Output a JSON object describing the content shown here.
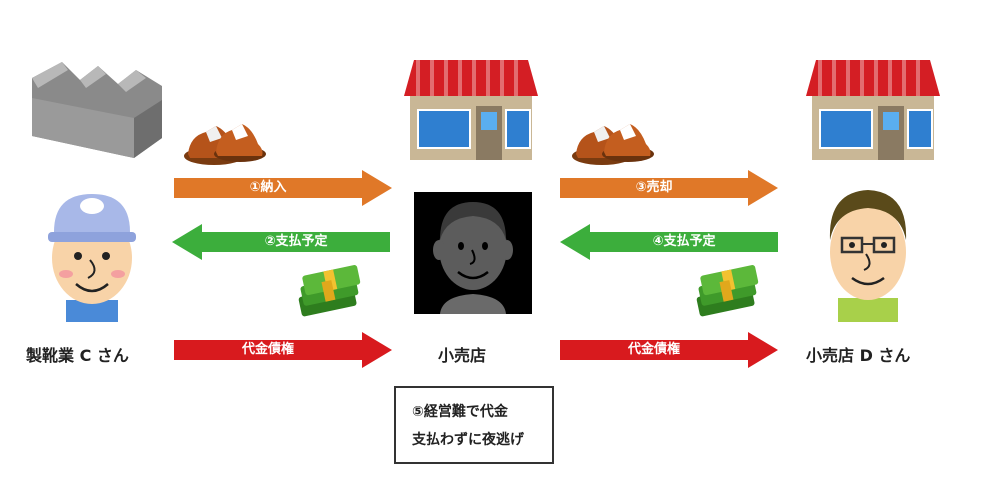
{
  "arrows": {
    "nounyu": "①納入",
    "shiharai_yotei_1": "②支払予定",
    "baikyaku": "③売却",
    "shiharai_yotei_2": "④支払予定",
    "daikin_saiken_1": "代金債権",
    "daikin_saiken_2": "代金債権"
  },
  "labels": {
    "manufacturer": "製靴業 C さん",
    "retailer": "小売店",
    "retailer_d": "小売店 D さん"
  },
  "note": {
    "line1": "⑤経営難で代金",
    "line2": "支払わずに夜逃げ"
  },
  "colors": {
    "orange": "#e07828",
    "green": "#3cae3c",
    "red": "#d81a1e"
  },
  "icons": [
    "factory-icon",
    "shoes-icon",
    "shop-icon",
    "money-icon",
    "worker-person",
    "dark-person",
    "glasses-person"
  ]
}
